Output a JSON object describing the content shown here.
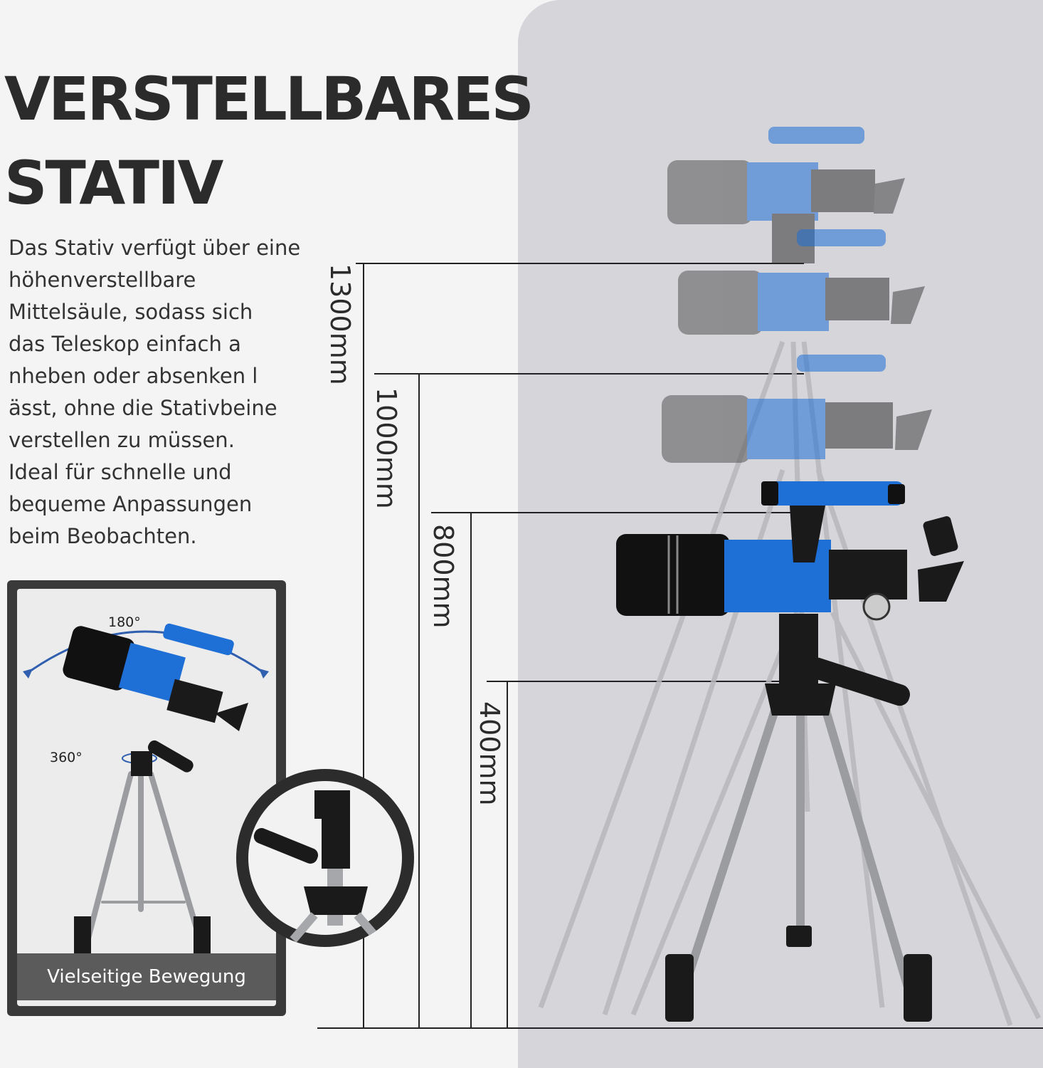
{
  "headline": {
    "line1": "VERSTELLBARES",
    "line2": "STATIV"
  },
  "description": {
    "lines": [
      "Das Stativ verfügt über eine",
      "höhenverstellbare",
      "Mittelsäule, sodass sich",
      "das Teleskop einfach a",
      "nheben oder absenken l",
      "ässt, ohne die Stativbeine",
      "verstellen zu müssen.",
      "Ideal für schnelle und",
      "bequeme Anpassungen",
      "beim Beobachten."
    ]
  },
  "dimensions": [
    {
      "label": "1300mm"
    },
    {
      "label": "1000mm"
    },
    {
      "label": "800mm"
    },
    {
      "label": "400mm"
    }
  ],
  "inset": {
    "angle_vertical": "180°",
    "angle_horizontal": "360°",
    "caption": "Vielseitige Bewegung"
  },
  "colors": {
    "tube_blue": "#1e6fd6",
    "panel_gray": "#d6d6da",
    "text_dark": "#2b2b2b"
  }
}
